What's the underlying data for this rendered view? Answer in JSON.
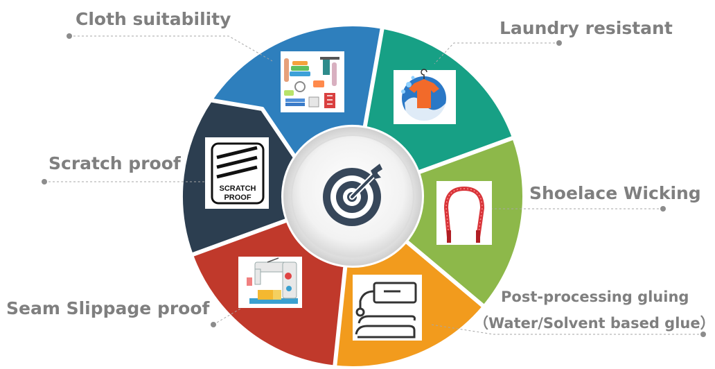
{
  "segments": [
    {
      "id": "cloth",
      "label": "Cloth suitability",
      "color": "#2e7fbd",
      "icon": "clothes-icon"
    },
    {
      "id": "laundry",
      "label": "Laundry resistant",
      "color": "#17a085",
      "icon": "laundry-icon"
    },
    {
      "id": "shoelace",
      "label": "Shoelace Wicking",
      "color": "#8db84a",
      "icon": "shoelace-icon"
    },
    {
      "id": "gluing",
      "label": "Post-processing gluing",
      "sublabel": "（Water/Solvent based glue）",
      "color": "#f29b1d",
      "icon": "gluing-icon"
    },
    {
      "id": "seam",
      "label": "Seam Slippage proof",
      "color": "#c0392b",
      "icon": "sewing-machine-icon"
    },
    {
      "id": "scratch",
      "label": "Scratch proof",
      "color": "#2c3e50",
      "icon": "scratch-proof-icon",
      "icon_text": [
        "SCRATCH",
        "PROOF"
      ]
    }
  ],
  "center": {
    "icon": "target-icon",
    "color": "#37475a"
  }
}
